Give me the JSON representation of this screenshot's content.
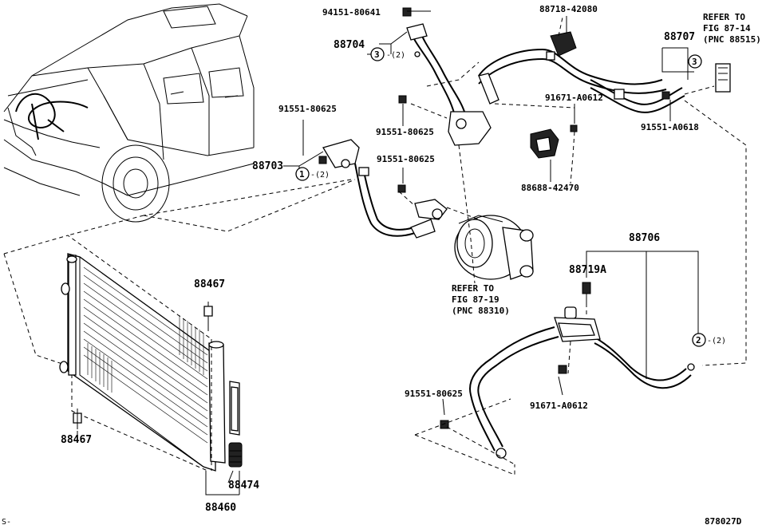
{
  "labels": {
    "p94151_80641": "94151-80641",
    "p88718_42080": "88718-42080",
    "p88704": "88704",
    "p88707": "88707",
    "p91551_80625_a": "91551-80625",
    "p91551_80625_b": "91551-80625",
    "p91551_80625_c": "91551-80625",
    "p91551_80625_d": "91551-80625",
    "p91671_a0612_a": "91671-A0612",
    "p91671_a0612_b": "91671-A0612",
    "p91551_a0618": "91551-A0618",
    "p88703": "88703",
    "p88688_42470": "88688-42470",
    "p88706": "88706",
    "p88719a": "88719A",
    "p88467_a": "88467",
    "p88467_b": "88467",
    "p88474": "88474",
    "p88460": "88460"
  },
  "callouts": {
    "c3_top_num": "3",
    "c3_top_qty": "-(2)",
    "c3_right_num": "3",
    "c1_num": "1",
    "c1_qty": "-(2)",
    "c2_num": "2",
    "c2_qty": "-(2)"
  },
  "references": {
    "ref1_line1": "REFER TO",
    "ref1_line2": "FIG 87-14",
    "ref1_line3": "(PNC 88515)",
    "ref2_line1": "REFER TO",
    "ref2_line2": "FIG 87-19",
    "ref2_line3": "(PNC 88310)"
  },
  "footer": {
    "left_mark": "S-",
    "figure_id": "878027D"
  }
}
